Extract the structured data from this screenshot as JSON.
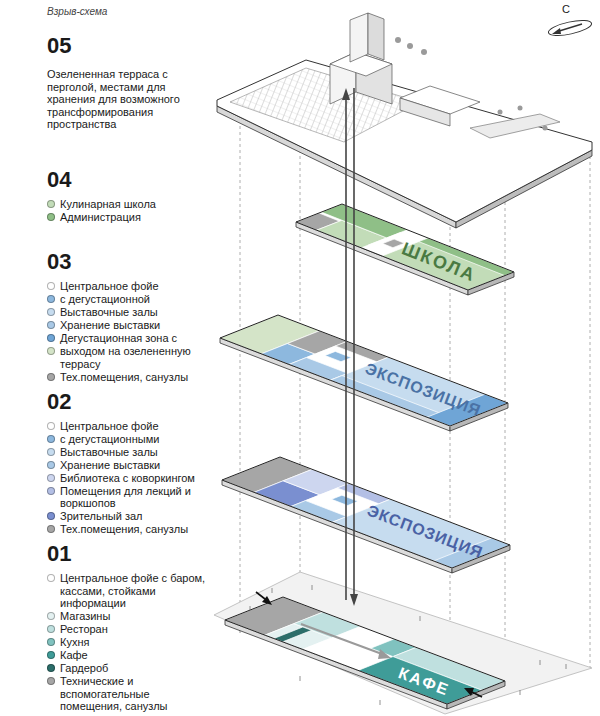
{
  "diagram": {
    "title": "Взрыв-схема",
    "nodes": [
      {
        "text": [
          "ШКОЛА"
        ]
      },
      {
        "text": [
          "ЭКСПОЗИЦИЯ"
        ]
      },
      {
        "text": [
          "ЭКСПОЗИЦИЯ"
        ]
      },
      {
        "text": [
          "КАФЕ"
        ]
      }
    ],
    "labels": [
      "С",
      "05",
      "Озелененная терраса с перголой, местами для хранения для возможного трансформирования пространства",
      "04",
      "03",
      "02",
      "01"
    ],
    "legend": [
      {
        "text": "Кулинарная школа",
        "color": "#c2dcb8"
      },
      {
        "text": "Администрация",
        "color": "#8fbf87"
      },
      {
        "text": "Центральное фойе",
        "color": "#ffffff"
      },
      {
        "text": "с дегустационной",
        "color": "#8db8de"
      },
      {
        "text": "Выставочные залы",
        "color": "#c6dcef"
      },
      {
        "text": "Хранение выставки",
        "color": "#a9c9e6"
      },
      {
        "text": "Дегустационная зона с",
        "color": "#6fa5d6"
      },
      {
        "text": "выходом на озелененную террасу",
        "color": "#d4e4c8"
      },
      {
        "text": "Тех.помещения, санузлы",
        "color": "#a6a6a6"
      },
      {
        "text": "Центральное фойе",
        "color": "#ffffff"
      },
      {
        "text": "с дегустационными",
        "color": "#8db8de"
      },
      {
        "text": "Выставочные залы",
        "color": "#c6dcef"
      },
      {
        "text": "Хранение выставки",
        "color": "#a9c9e6"
      },
      {
        "text": "Библиотека с коворкингом",
        "color": "#cdd6ef"
      },
      {
        "text": "Помещения для лекций и воркшопов",
        "color": "#b3bfe5"
      },
      {
        "text": "Зрительный зал",
        "color": "#7a8fd0"
      },
      {
        "text": "Тех.помещения, санузлы",
        "color": "#a6a6a6"
      },
      {
        "text": "Центральное фойе с баром, кассами, стойками информации",
        "color": "#ffffff"
      },
      {
        "text": "Магазины",
        "color": "#e4f1f1"
      },
      {
        "text": "Ресторан",
        "color": "#bfe0df"
      },
      {
        "text": "Кухня",
        "color": "#80c2bf"
      },
      {
        "text": "Кафе",
        "color": "#3f9c98"
      },
      {
        "text": "Гардероб",
        "color": "#2c6e6a"
      },
      {
        "text": "Технические и вспомогательные помещения, санузлы",
        "color": "#a6a6a6"
      }
    ]
  }
}
